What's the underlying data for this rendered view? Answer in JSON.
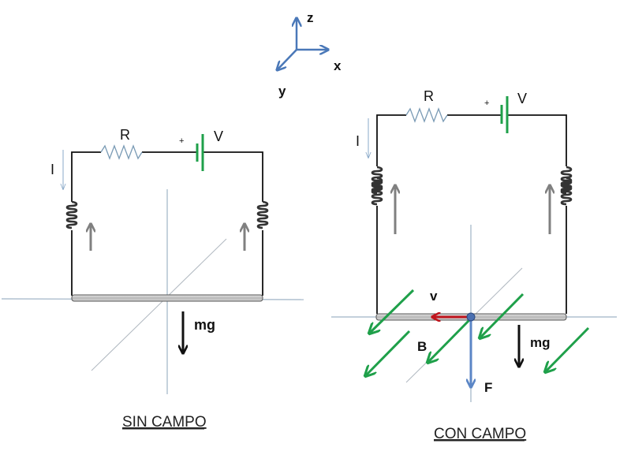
{
  "axes_legend": {
    "z": "z",
    "x": "x",
    "y": "y",
    "color": "#4a78b8"
  },
  "left_panel": {
    "caption": "SIN CAMPO",
    "resistor_label": "R",
    "battery_label": "V",
    "battery_polarity": "+",
    "current_label": "I",
    "weight_label": "mg"
  },
  "right_panel": {
    "caption": "CON CAMPO",
    "resistor_label": "R",
    "battery_label": "V",
    "battery_polarity": "+",
    "current_label": "I",
    "weight_label": "mg",
    "velocity_label": "v",
    "field_label": "B",
    "force_label": "F"
  },
  "colors": {
    "wire": "#111111",
    "battery": "#1fa04a",
    "resistor": "#7a9bb5",
    "spring_arrow": "#808080",
    "field": "#1fa04a",
    "velocity": "#c0141c",
    "force": "#5b86c6",
    "guide": "#9fb3c6"
  }
}
